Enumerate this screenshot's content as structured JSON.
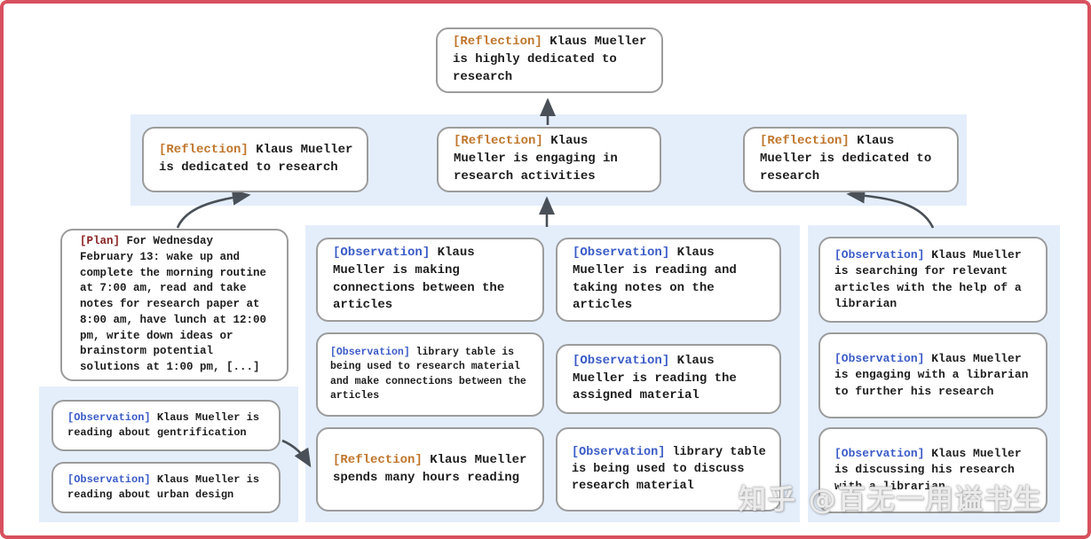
{
  "nodes": {
    "root": {
      "tag": "[Reflection]",
      "text": "Klaus Mueller is highly dedicated to research"
    },
    "level2": [
      {
        "tag": "[Reflection]",
        "text": "Klaus Mueller is dedicated to research"
      },
      {
        "tag": "[Reflection]",
        "text": "Klaus Mueller is engaging in research activities"
      },
      {
        "tag": "[Reflection]",
        "text": "Klaus Mueller is dedicated to research"
      }
    ],
    "plan": {
      "tag": "[Plan]",
      "text": "For Wednesday February 13: wake up and complete the morning routine at 7:00 am, read and take notes for research paper at 8:00 am, have lunch at 12:00 pm, write down ideas or brainstorm potential solutions at 1:00 pm, [...]"
    },
    "bottom_left": [
      {
        "tag": "[Observation]",
        "text": "Klaus Mueller is reading about gentrification"
      },
      {
        "tag": "[Observation]",
        "text": "Klaus Mueller is reading about urban design"
      }
    ],
    "middle_col1": [
      {
        "tag": "[Observation]",
        "text": "Klaus Mueller is making connections between the articles"
      },
      {
        "tag": "[Observation]",
        "text": "library table is being used to research material and make connections between the articles"
      },
      {
        "tag": "[Reflection]",
        "text": "Klaus Mueller spends many hours reading"
      }
    ],
    "middle_col2": [
      {
        "tag": "[Observation]",
        "text": "Klaus Mueller is reading and taking notes on the articles"
      },
      {
        "tag": "[Observation]",
        "text": "Klaus Mueller is reading the assigned material"
      },
      {
        "tag": "[Observation]",
        "text": "library table is being used to discuss research material"
      }
    ],
    "right_col": [
      {
        "tag": "[Observation]",
        "text": "Klaus Mueller is searching for relevant articles with the help of a librarian"
      },
      {
        "tag": "[Observation]",
        "text": "Klaus Mueller is engaging with a librarian to further his research"
      },
      {
        "tag": "[Observation]",
        "text": "Klaus Mueller is discussing his research with a librarian"
      }
    ]
  },
  "colors": {
    "reflection_tag": "#c0762c",
    "observation_tag": "#3a5bc7",
    "plan_tag": "#8a2424",
    "panel_bg": "#e4eefb",
    "node_border": "#9c9c9c",
    "node_text": "#1d1d1d",
    "arrow": "#4a5057",
    "frame_border": "#d8505e"
  },
  "watermark": {
    "text": "知乎 @百无一用谥书生"
  }
}
